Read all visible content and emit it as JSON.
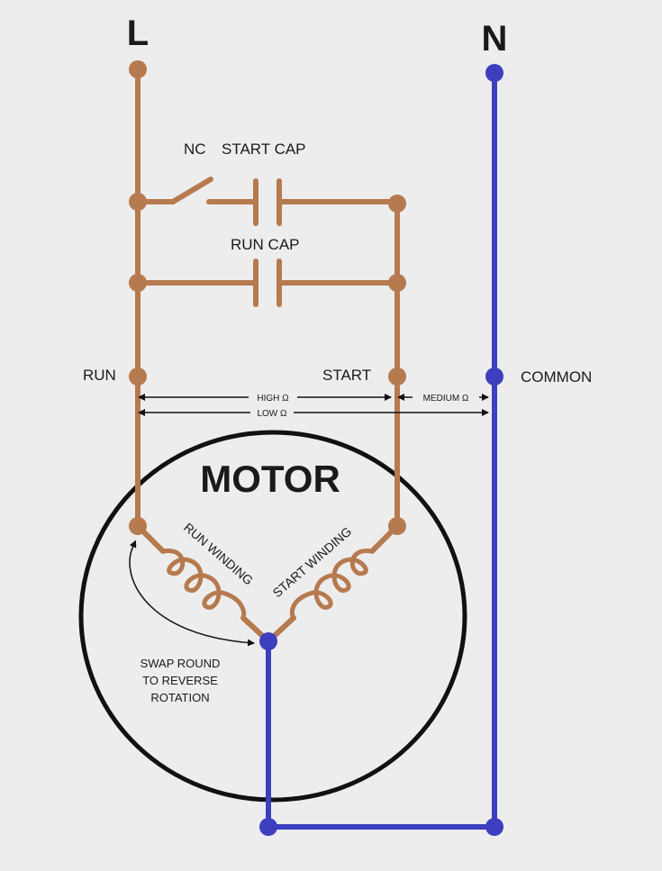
{
  "labels": {
    "line": "L",
    "neutral": "N",
    "nc": "NC",
    "start_cap": "START CAP",
    "run_cap": "RUN CAP",
    "run": "RUN",
    "start": "START",
    "common": "COMMON",
    "high_ohm": "HIGH Ω",
    "low_ohm": "LOW Ω",
    "medium_ohm": "MEDIUM Ω",
    "motor": "MOTOR",
    "run_winding": "RUN WINDING",
    "start_winding": "START WINDING",
    "swap_note": [
      "SWAP ROUND",
      "TO REVERSE",
      "ROTATION"
    ]
  },
  "colors": {
    "background": "#ededed",
    "brown_wire": "#b67a4f",
    "blue_wire": "#3d3fbf",
    "black_line": "#111111",
    "text": "#1a1a1a"
  }
}
